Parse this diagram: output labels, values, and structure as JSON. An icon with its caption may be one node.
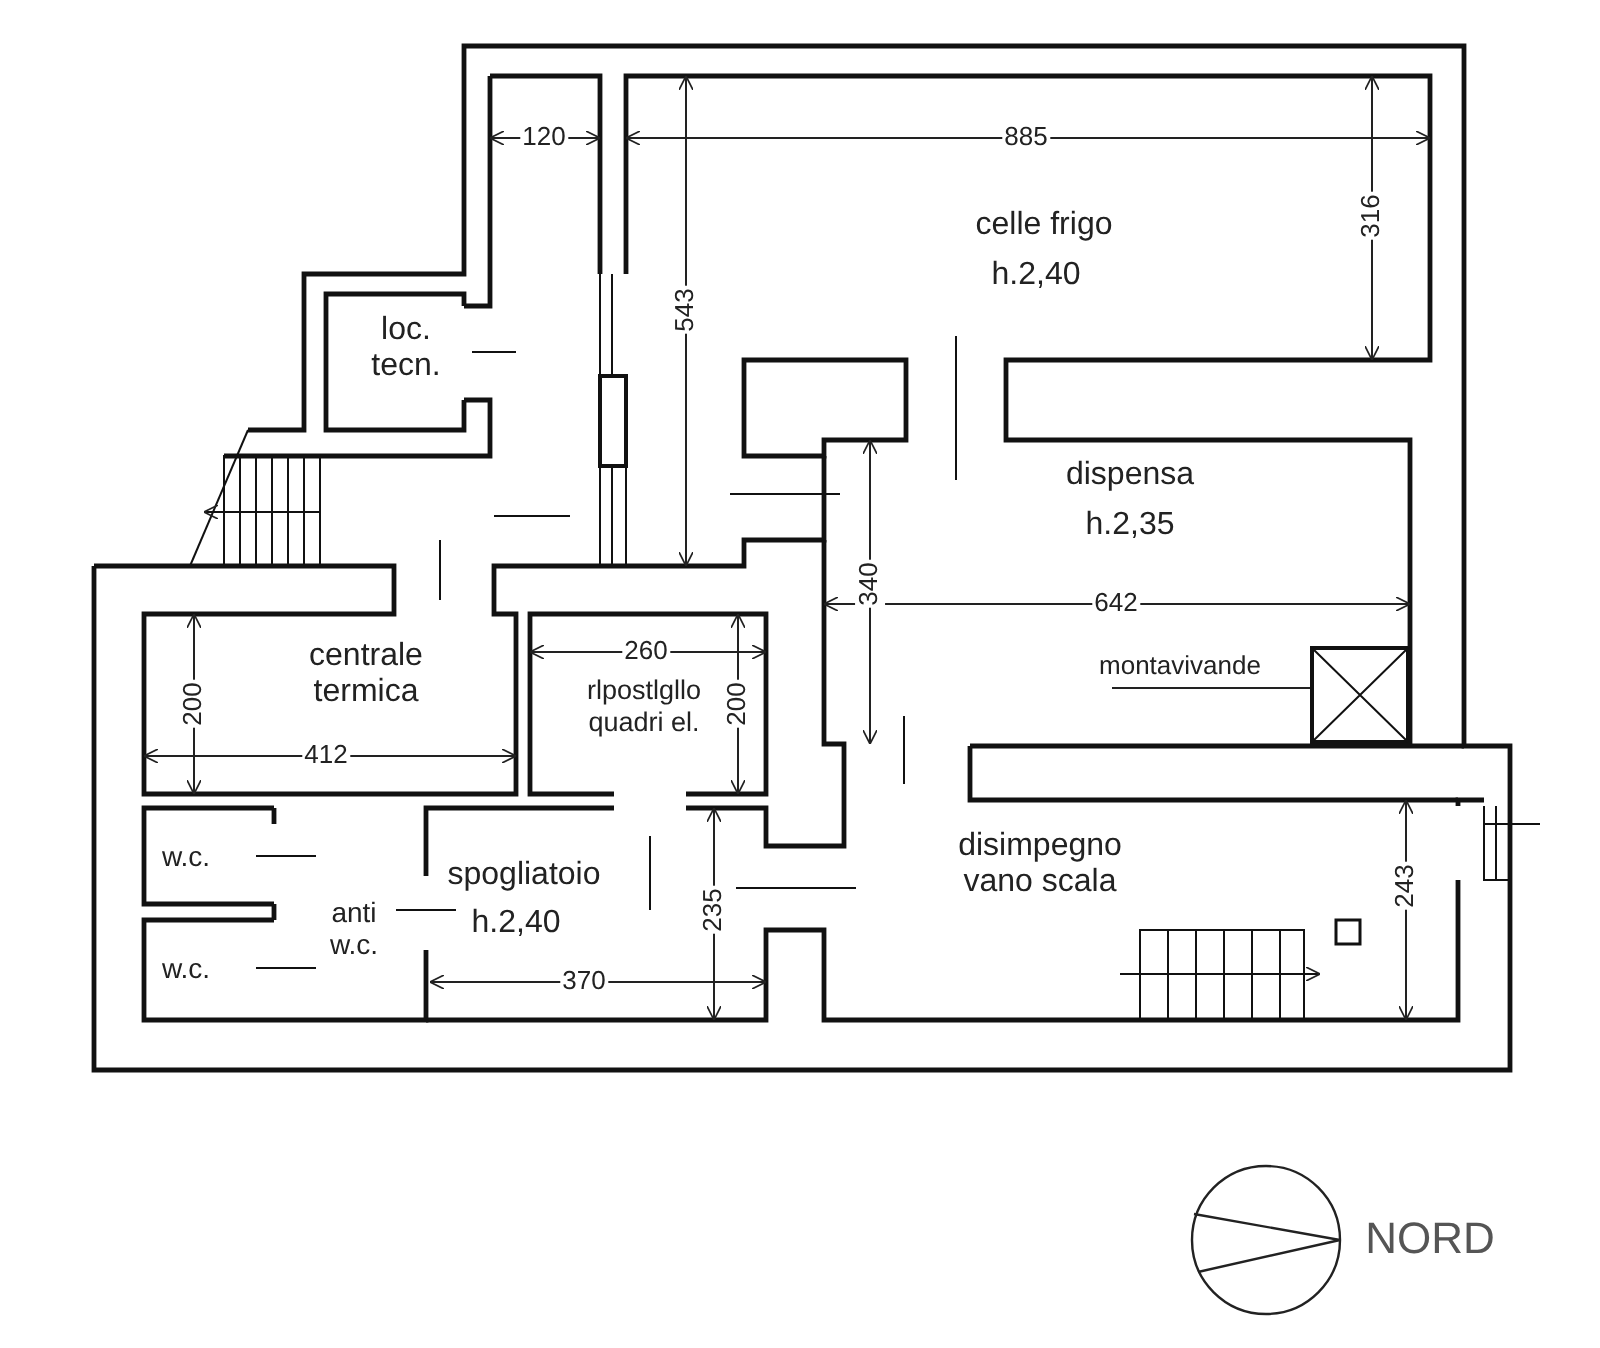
{
  "diagram": {
    "nodes": [
      {
        "text": [
          "montavivande"
        ]
      },
      {
        "text": [],
        "shape": "box"
      }
    ],
    "edges": [
      {
        "from": 0,
        "to": 1,
        "arrow": "none"
      }
    ],
    "labels": [
      "120",
      "885",
      "celle frigo",
      "h.2,40",
      "316",
      "loc. tecn.",
      "543",
      "dispensa",
      "h.2,35",
      "340",
      "642",
      "260",
      "centrale termica",
      "rlpostlgllo quadri el.",
      "200",
      "200",
      "412",
      "w.c.",
      "anti w.c.",
      "spogliatoio",
      "h.2,40",
      "disimpegno vano scala",
      "243",
      "w.c.",
      "235",
      "370",
      "NORD"
    ]
  }
}
